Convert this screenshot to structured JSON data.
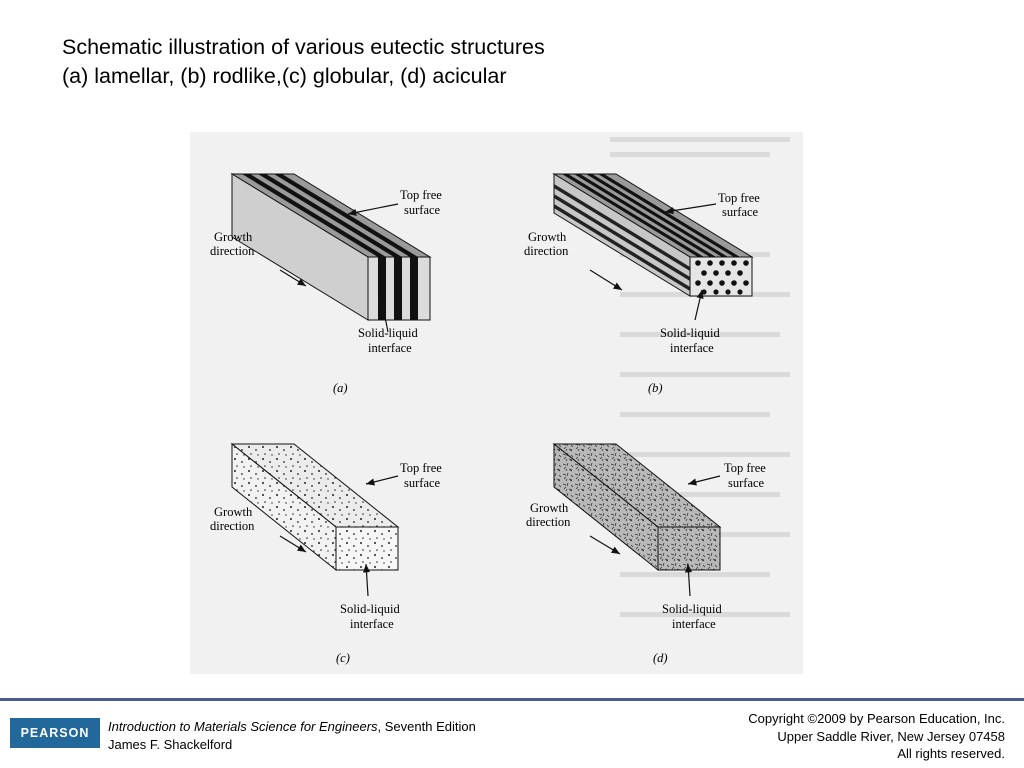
{
  "title": {
    "line1": "Schematic illustration of various eutectic structures",
    "line2": "(a) lamellar, (b) rodlike,(c) globular, (d) acicular"
  },
  "figure": {
    "panels": [
      {
        "id": "a",
        "caption": "(a)",
        "pattern": "lamellar",
        "top_label_1": "Top free",
        "top_label_2": "surface",
        "growth_label_1": "Growth",
        "growth_label_2": "direction",
        "interface_label_1": "Solid-liquid",
        "interface_label_2": "interface"
      },
      {
        "id": "b",
        "caption": "(b)",
        "pattern": "rodlike",
        "top_label_1": "Top free",
        "top_label_2": "surface",
        "growth_label_1": "Growth",
        "growth_label_2": "direction",
        "interface_label_1": "Solid-liquid",
        "interface_label_2": "interface"
      },
      {
        "id": "c",
        "caption": "(c)",
        "pattern": "globular",
        "top_label_1": "Top free",
        "top_label_2": "surface",
        "growth_label_1": "Growth",
        "growth_label_2": "direction",
        "interface_label_1": "Solid-liquid",
        "interface_label_2": "interface"
      },
      {
        "id": "d",
        "caption": "(d)",
        "pattern": "acicular",
        "top_label_1": "Top free",
        "top_label_2": "surface",
        "growth_label_1": "Growth",
        "growth_label_2": "direction",
        "interface_label_1": "Solid-liquid",
        "interface_label_2": "interface"
      }
    ]
  },
  "footer": {
    "logo_text": "PEARSON",
    "book_title": "Introduction to Materials Science for Engineers",
    "book_edition": ", Seventh Edition",
    "author": "James F. Shackelford",
    "copyright_line1": "Copyright ©2009 by Pearson Education, Inc.",
    "copyright_line2": "Upper Saddle River, New Jersey 07458",
    "copyright_line3": "All rights reserved.",
    "rule_color": "#4a5b93",
    "logo_color": "#23689a"
  }
}
